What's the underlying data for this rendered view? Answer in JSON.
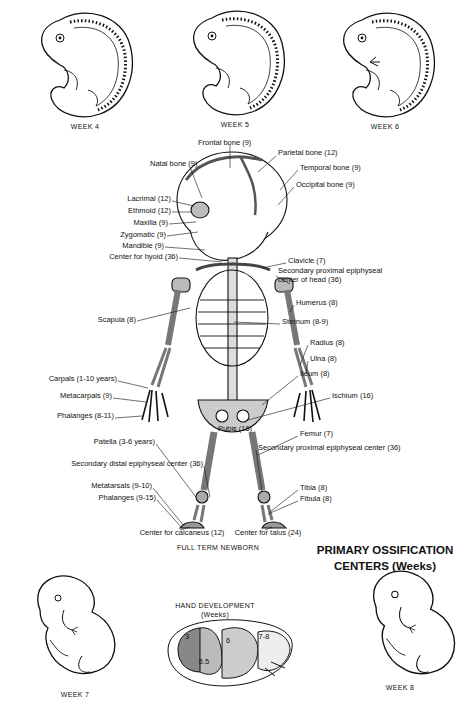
{
  "diagram": {
    "title": "PRIMARY OSSIFICATION CENTERS (Weeks)",
    "labels": [
      "WEEK 4",
      "WEEK 5",
      "WEEK 6",
      "Frontal bone (9)",
      "Parietal bone (12)",
      "Natal bone (9)",
      "Temporal bone (9)",
      "Occipital bone (9)",
      "Lacrimal (12)",
      "Ethmoid (12)",
      "Maxilla (9)",
      "Zygomatic (9)",
      "Mandible (9)",
      "Center for hyoid (36)",
      "Clavicle (7)",
      "Secondary proximal epiphyseal center of head (36)",
      "Scapula (8)",
      "Humerus (8)",
      "Sternum (8-9)",
      "Radius (8)",
      "Ulna (8)",
      "Ileum (8)",
      "Carpals (1-10 years)",
      "Metacarpals (9)",
      "Ischium (16)",
      "Phalanges (8-11)",
      "Pubis (16)",
      "Femur (7)",
      "Patella (3-6 years)",
      "Secondary proximal epiphyseal center (36)",
      "Secondary distal epiphyseal center (36)",
      "Tibia (8)",
      "Fibula (8)",
      "Metatarsals (9-10)",
      "Phalanges (9-15)",
      "Center for calcaneus (12)",
      "Center for talus (24)",
      "FULL TERM NEWBORN",
      "WEEK 7",
      "HAND DEVELOPMENT (Weeks)",
      "3",
      "5.5",
      "6",
      "7-8",
      "WEEK 8"
    ]
  }
}
